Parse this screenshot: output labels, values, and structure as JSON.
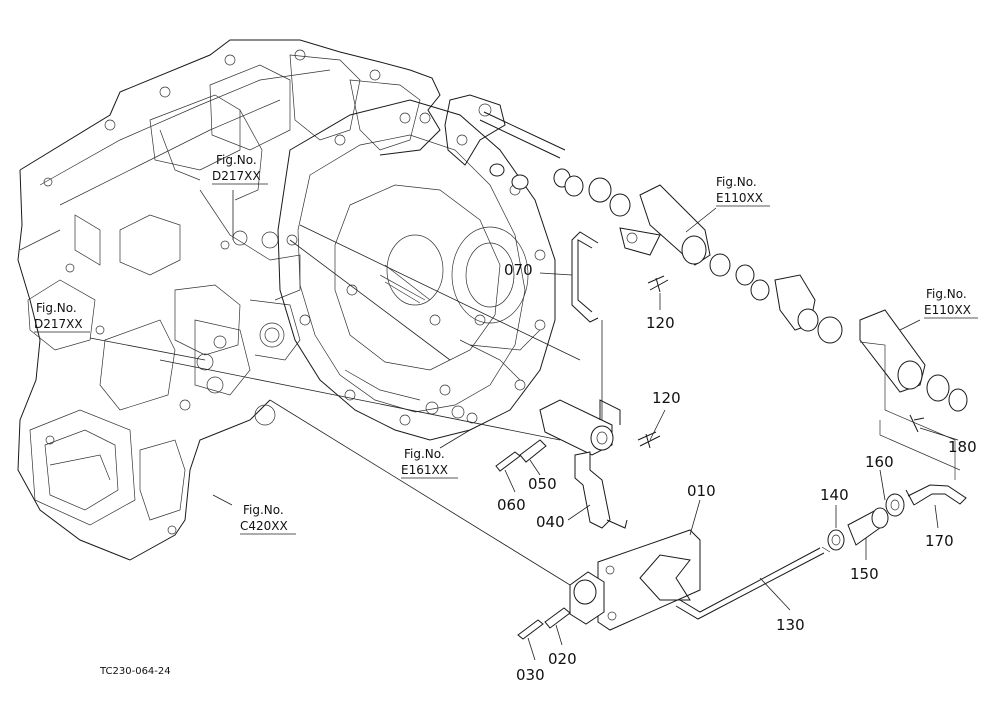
{
  "figure_refs": [
    {
      "id": "ref-d217-top",
      "title": "Fig.No.",
      "code": "D217XX"
    },
    {
      "id": "ref-d217-left",
      "title": "Fig.No.",
      "code": "D217XX"
    },
    {
      "id": "ref-e161",
      "title": "Fig.No.",
      "code": "E161XX"
    },
    {
      "id": "ref-c420",
      "title": "Fig.No.",
      "code": "C420XX"
    },
    {
      "id": "ref-e110-a",
      "title": "Fig.No.",
      "code": "E110XX"
    },
    {
      "id": "ref-e110-b",
      "title": "Fig.No.",
      "code": "E110XX"
    }
  ],
  "parts": [
    {
      "id": "p010",
      "number": "010"
    },
    {
      "id": "p020",
      "number": "020"
    },
    {
      "id": "p030",
      "number": "030"
    },
    {
      "id": "p040",
      "number": "040"
    },
    {
      "id": "p050",
      "number": "050"
    },
    {
      "id": "p060",
      "number": "060"
    },
    {
      "id": "p070",
      "number": "070"
    },
    {
      "id": "p120a",
      "number": "120"
    },
    {
      "id": "p120b",
      "number": "120"
    },
    {
      "id": "p130",
      "number": "130"
    },
    {
      "id": "p140",
      "number": "140"
    },
    {
      "id": "p150",
      "number": "150"
    },
    {
      "id": "p160",
      "number": "160"
    },
    {
      "id": "p170",
      "number": "170"
    },
    {
      "id": "p180",
      "number": "180"
    }
  ],
  "footer_code": "TC230-064-24"
}
